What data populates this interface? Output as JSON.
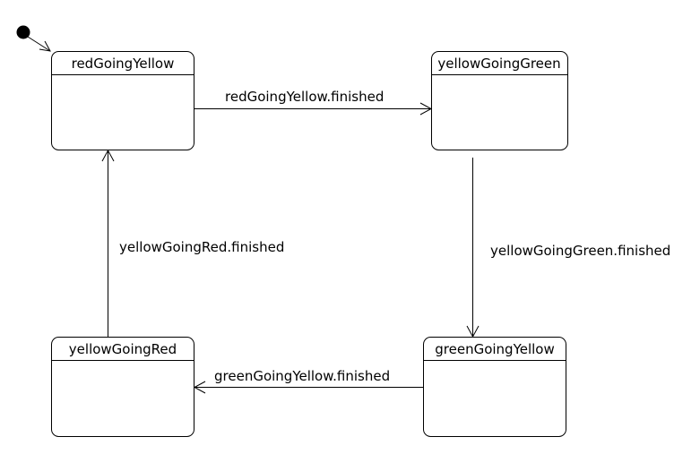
{
  "states": [
    {
      "id": "redGoingYellow",
      "name": "redGoingYellow",
      "initial": true
    },
    {
      "id": "yellowGoingGreen",
      "name": "yellowGoingGreen"
    },
    {
      "id": "greenGoingYellow",
      "name": "greenGoingYellow"
    },
    {
      "id": "yellowGoingRed",
      "name": "yellowGoingRed"
    }
  ],
  "transitions": [
    {
      "from": "redGoingYellow",
      "to": "yellowGoingGreen",
      "label": "redGoingYellow.finished"
    },
    {
      "from": "yellowGoingGreen",
      "to": "greenGoingYellow",
      "label": "yellowGoingGreen.finished"
    },
    {
      "from": "greenGoingYellow",
      "to": "yellowGoingRed",
      "label": "greenGoingYellow.finished"
    },
    {
      "from": "yellowGoingRed",
      "to": "redGoingYellow",
      "label": "yellowGoingRed.finished"
    }
  ],
  "colors": {
    "stroke": "#000000",
    "background": "#ffffff",
    "initial_marker": "#000000"
  }
}
